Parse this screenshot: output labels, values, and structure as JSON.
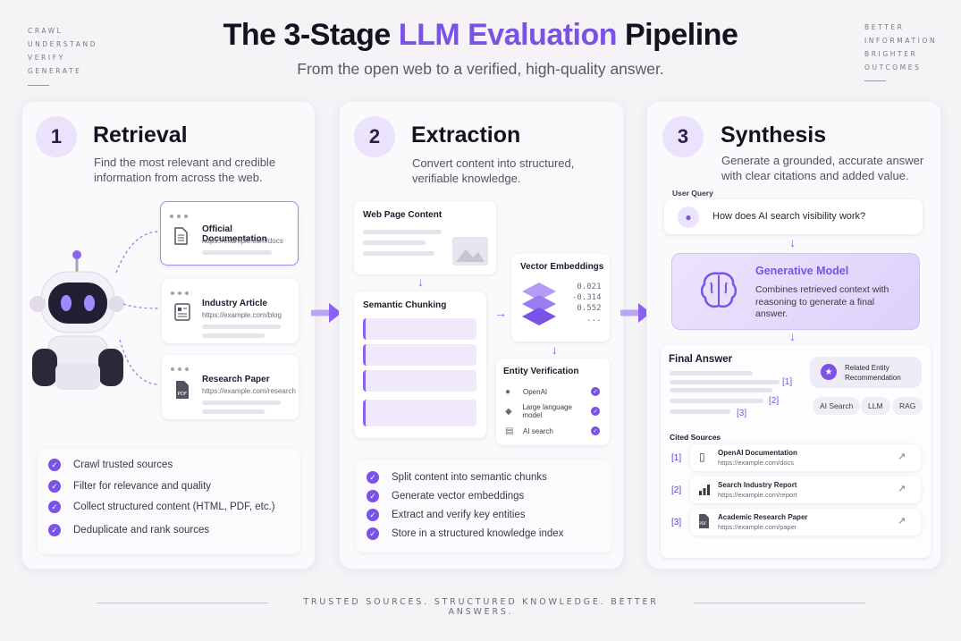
{
  "corner_left": [
    "CRAWL",
    "UNDERSTAND",
    "VERIFY",
    "GENERATE"
  ],
  "corner_right": [
    "BETTER",
    "INFORMATION",
    "BRIGHTER",
    "OUTCOMES"
  ],
  "header": {
    "title_pre": "The 3-Stage ",
    "title_accent": "LLM Evaluation",
    "title_post": " Pipeline",
    "subtitle": "From the open web to a verified, high-quality answer."
  },
  "stage1": {
    "number": "1",
    "title": "Retrieval",
    "description": "Find the most relevant and credible information from across the web.",
    "sources": [
      {
        "title": "Official Documentation",
        "url": "https://example.com/docs"
      },
      {
        "title": "Industry Article",
        "url": "https://example.com/blog"
      },
      {
        "title": "Research Paper",
        "url": "https://example.com/research"
      }
    ],
    "bullets": [
      "Crawl trusted sources",
      "Filter for relevance and quality",
      "Collect structured content (HTML, PDF, etc.)",
      "Deduplicate and rank sources"
    ]
  },
  "stage2": {
    "number": "2",
    "title": "Extraction",
    "description": "Convert content into structured, verifiable knowledge.",
    "web_page_title": "Web Page Content",
    "chunking_title": "Semantic Chunking",
    "embeddings_title": "Vector Embeddings",
    "embedding_values": [
      "0.021",
      "-0.314",
      "0.552",
      "..."
    ],
    "entity_title": "Entity Verification",
    "entities": [
      "OpenAI",
      "Large language model",
      "AI search"
    ],
    "bullets": [
      "Split content into semantic chunks",
      "Generate vector embeddings",
      "Extract and verify key entities",
      "Store in a structured knowledge index"
    ]
  },
  "stage3": {
    "number": "3",
    "title": "Synthesis",
    "description": "Generate a grounded, accurate answer with clear citations and added value.",
    "user_query_label": "User Query",
    "user_query": "How does AI search visibility work?",
    "model_title": "Generative Model",
    "model_desc": "Combines retrieved context with reasoning to generate a final answer.",
    "final_answer_title": "Final Answer",
    "citation_marks": [
      "[1]",
      "[2]",
      "[3]"
    ],
    "related_entity": "Related Entity Recommendation",
    "tags": [
      "AI Search",
      "LLM",
      "RAG"
    ],
    "cited_sources_title": "Cited Sources",
    "cited_sources": [
      {
        "ref": "[1]",
        "title": "OpenAI Documentation",
        "url": "https://example.com/docs"
      },
      {
        "ref": "[2]",
        "title": "Search Industry Report",
        "url": "https://example.com/report"
      },
      {
        "ref": "[3]",
        "title": "Academic Research Paper",
        "url": "https://example.com/paper"
      }
    ]
  },
  "footer": "TRUSTED SOURCES. STRUCTURED KNOWLEDGE. BETTER ANSWERS.",
  "colors": {
    "accent": "#7a52e6",
    "accent_light": "#ebe3fb",
    "background": "#f5f3f6"
  }
}
